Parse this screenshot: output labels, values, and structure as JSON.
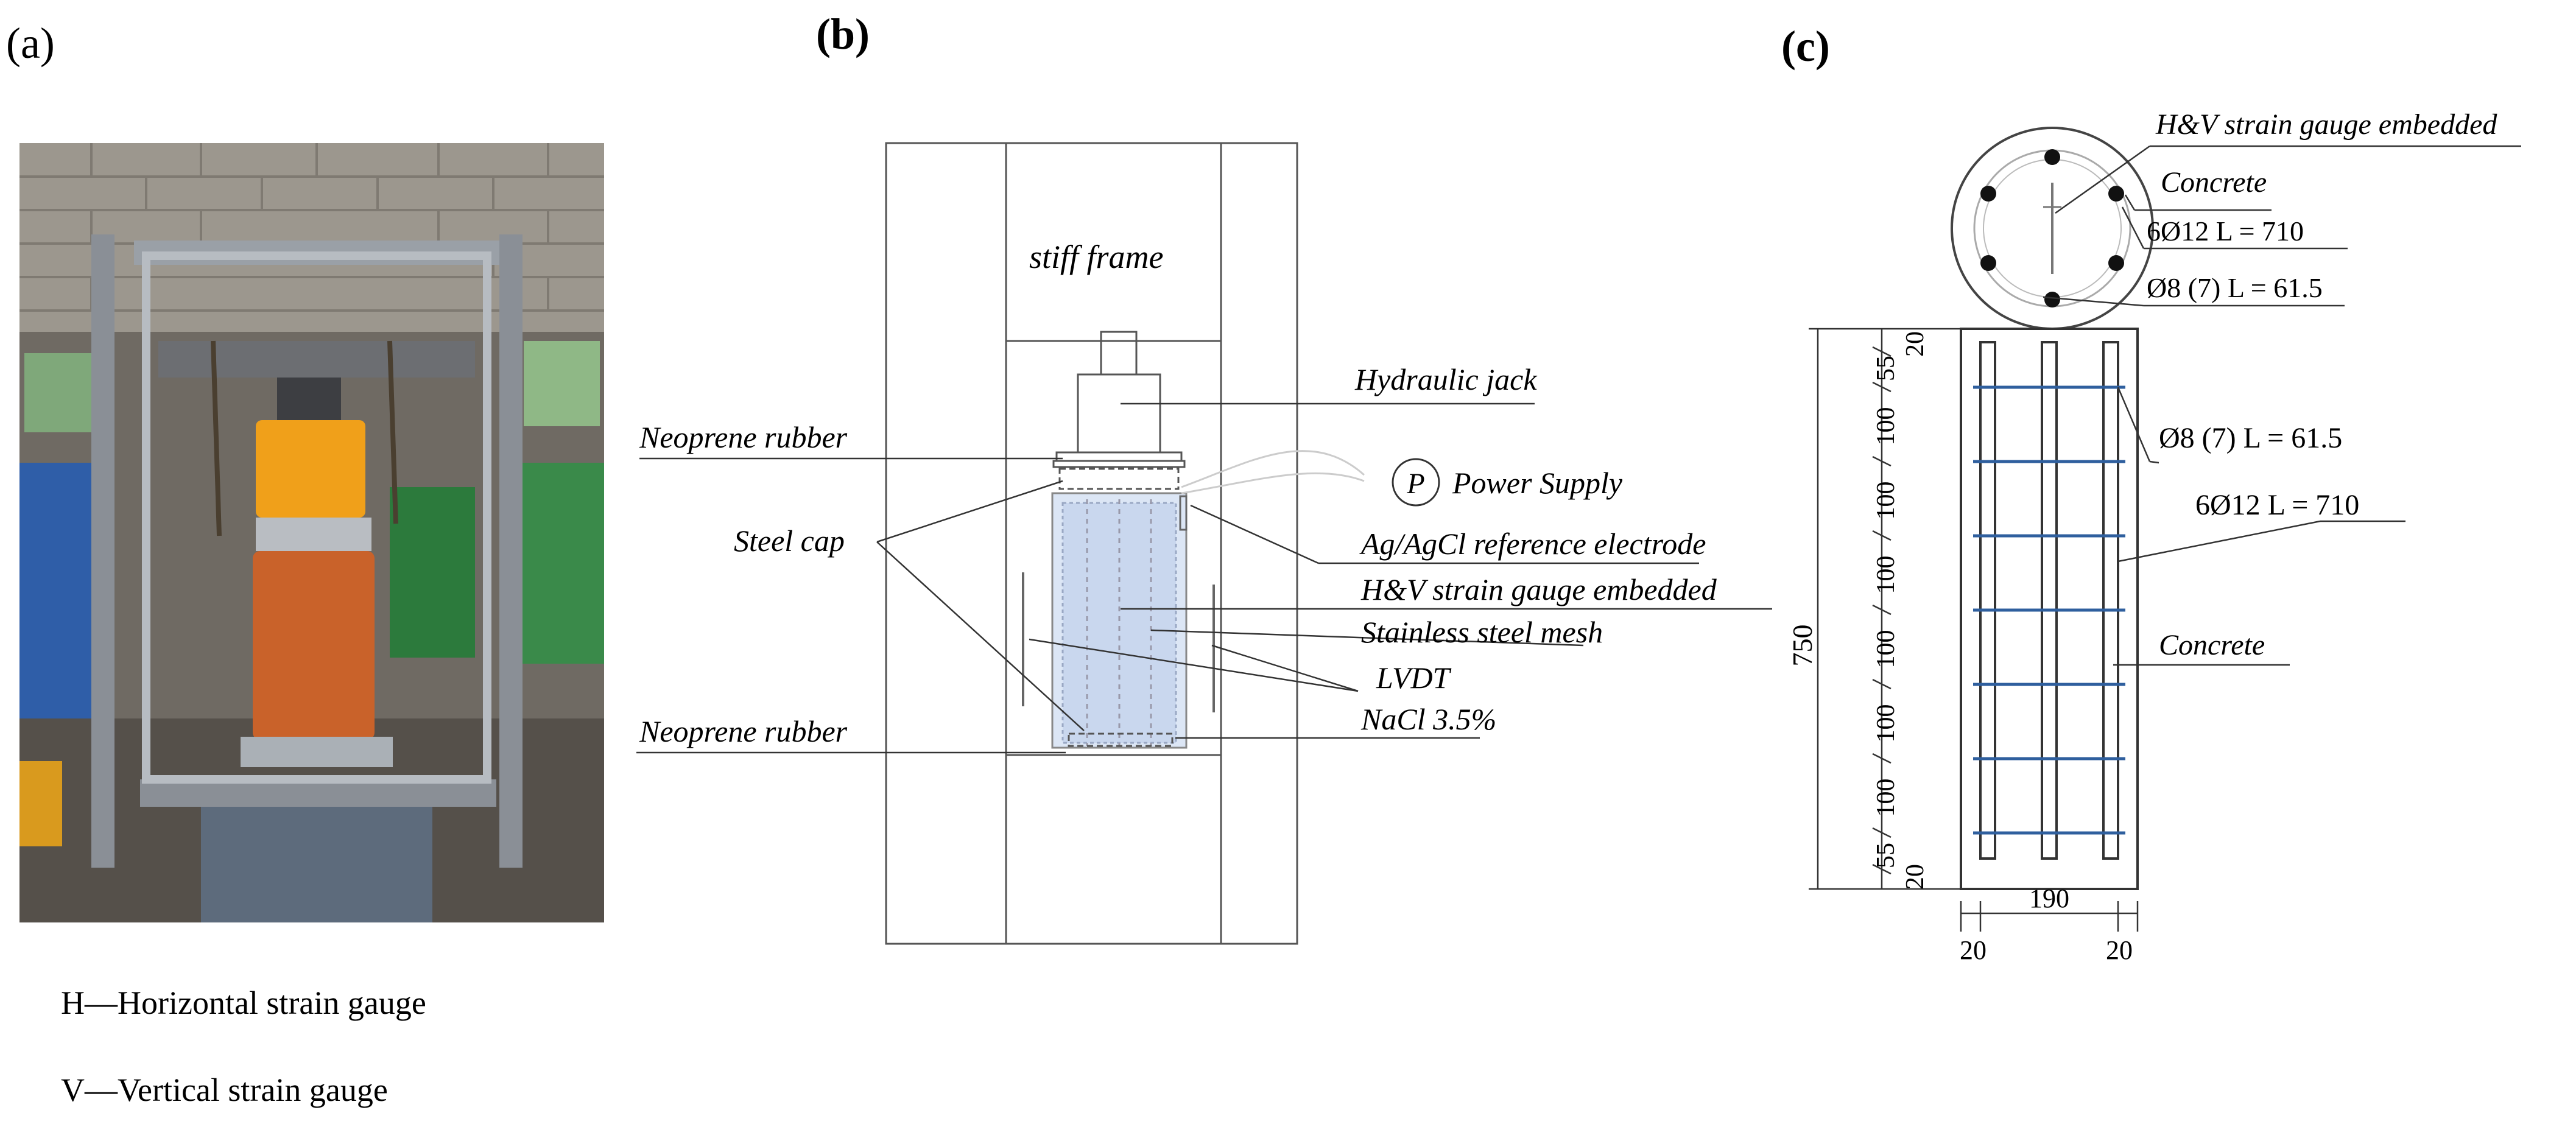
{
  "panels": {
    "a": "(a)",
    "b": "(b)",
    "c": "(c)"
  },
  "legend": {
    "h": "H—Horizontal strain gauge",
    "v": "V—Vertical strain gauge"
  },
  "panel_b": {
    "stiff_frame": "stiff frame",
    "hydraulic_jack": "Hydraulic jack",
    "neoprene_top": "Neoprene rubber",
    "neoprene_bottom": "Neoprene rubber",
    "power_symbol": "P",
    "power_supply": "Power Supply",
    "steel_cap": "Steel cap",
    "reference_electrode": "Ag/AgCl reference electrode",
    "strain_gauge": "H&V strain gauge embedded",
    "mesh": "Stainless steel mesh",
    "lvdt": "LVDT",
    "nacl": "NaCl 3.5%"
  },
  "panel_c": {
    "section_gauge": "H&V strain gauge embedded",
    "section_concrete": "Concrete",
    "section_long_bars": "6Ø12 L = 710",
    "section_stirrups": "Ø8 (7) L = 61.5",
    "elev_stirrups": "Ø8 (7) L = 61.5",
    "elev_long_bars": "6Ø12 L = 710",
    "elev_concrete": "Concrete",
    "dim_total": "750",
    "dim_left": [
      "55",
      "100",
      "100",
      "100",
      "100",
      "100",
      "100",
      "55"
    ],
    "dim_top": "20",
    "dim_bottom": "20",
    "dim_width": "190",
    "dim_cover_left": "20",
    "dim_cover_right": "20"
  }
}
